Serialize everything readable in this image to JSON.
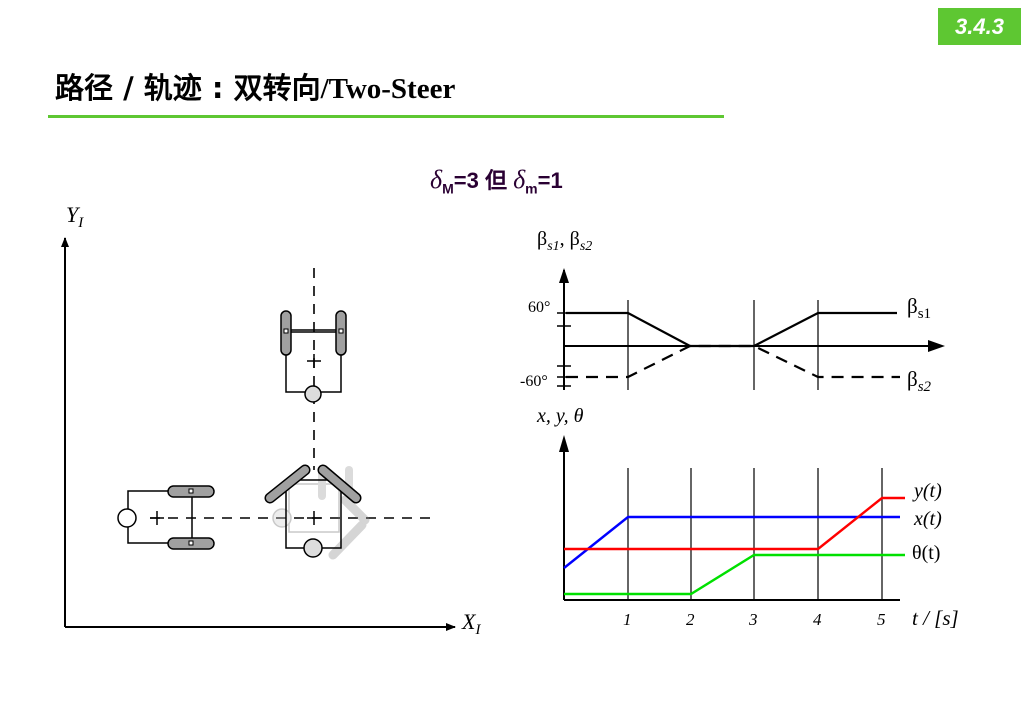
{
  "badge": "3.4.3",
  "title": {
    "cn": "路径 / 轨迹 : 双转向",
    "en": "/Two-Steer"
  },
  "subtitle": {
    "delta": "δ",
    "M_sub": "M",
    "M_val": "=3 但 ",
    "m_sub": "m",
    "m_val": "=1"
  },
  "left_axes": {
    "y_label": "Y",
    "y_sub": "I",
    "x_label": "X",
    "x_sub": "I"
  },
  "beta_plot": {
    "y_label": "β",
    "y_label_s1": "s1",
    "y_label_sep": ", β",
    "y_label_s2": "s2",
    "tick_pos": "60°",
    "tick_neg": "-60°",
    "series_s1_base": "β",
    "series_s1_sub": "s1",
    "series_s2_base": "β",
    "series_s2_sub": "s2"
  },
  "xy_plot": {
    "y_label": "x, y, θ",
    "x_label": "t / [s]",
    "x_ticks": [
      "1",
      "2",
      "3",
      "4",
      "5"
    ],
    "legend": [
      "y(t)",
      "x(t)",
      "θ(t)"
    ]
  },
  "colors": {
    "accent": "#5ec732",
    "x_t": "#0000ff",
    "y_t": "#ff0000",
    "theta_t": "#00e000",
    "wheel": "#a0a0a0"
  }
}
